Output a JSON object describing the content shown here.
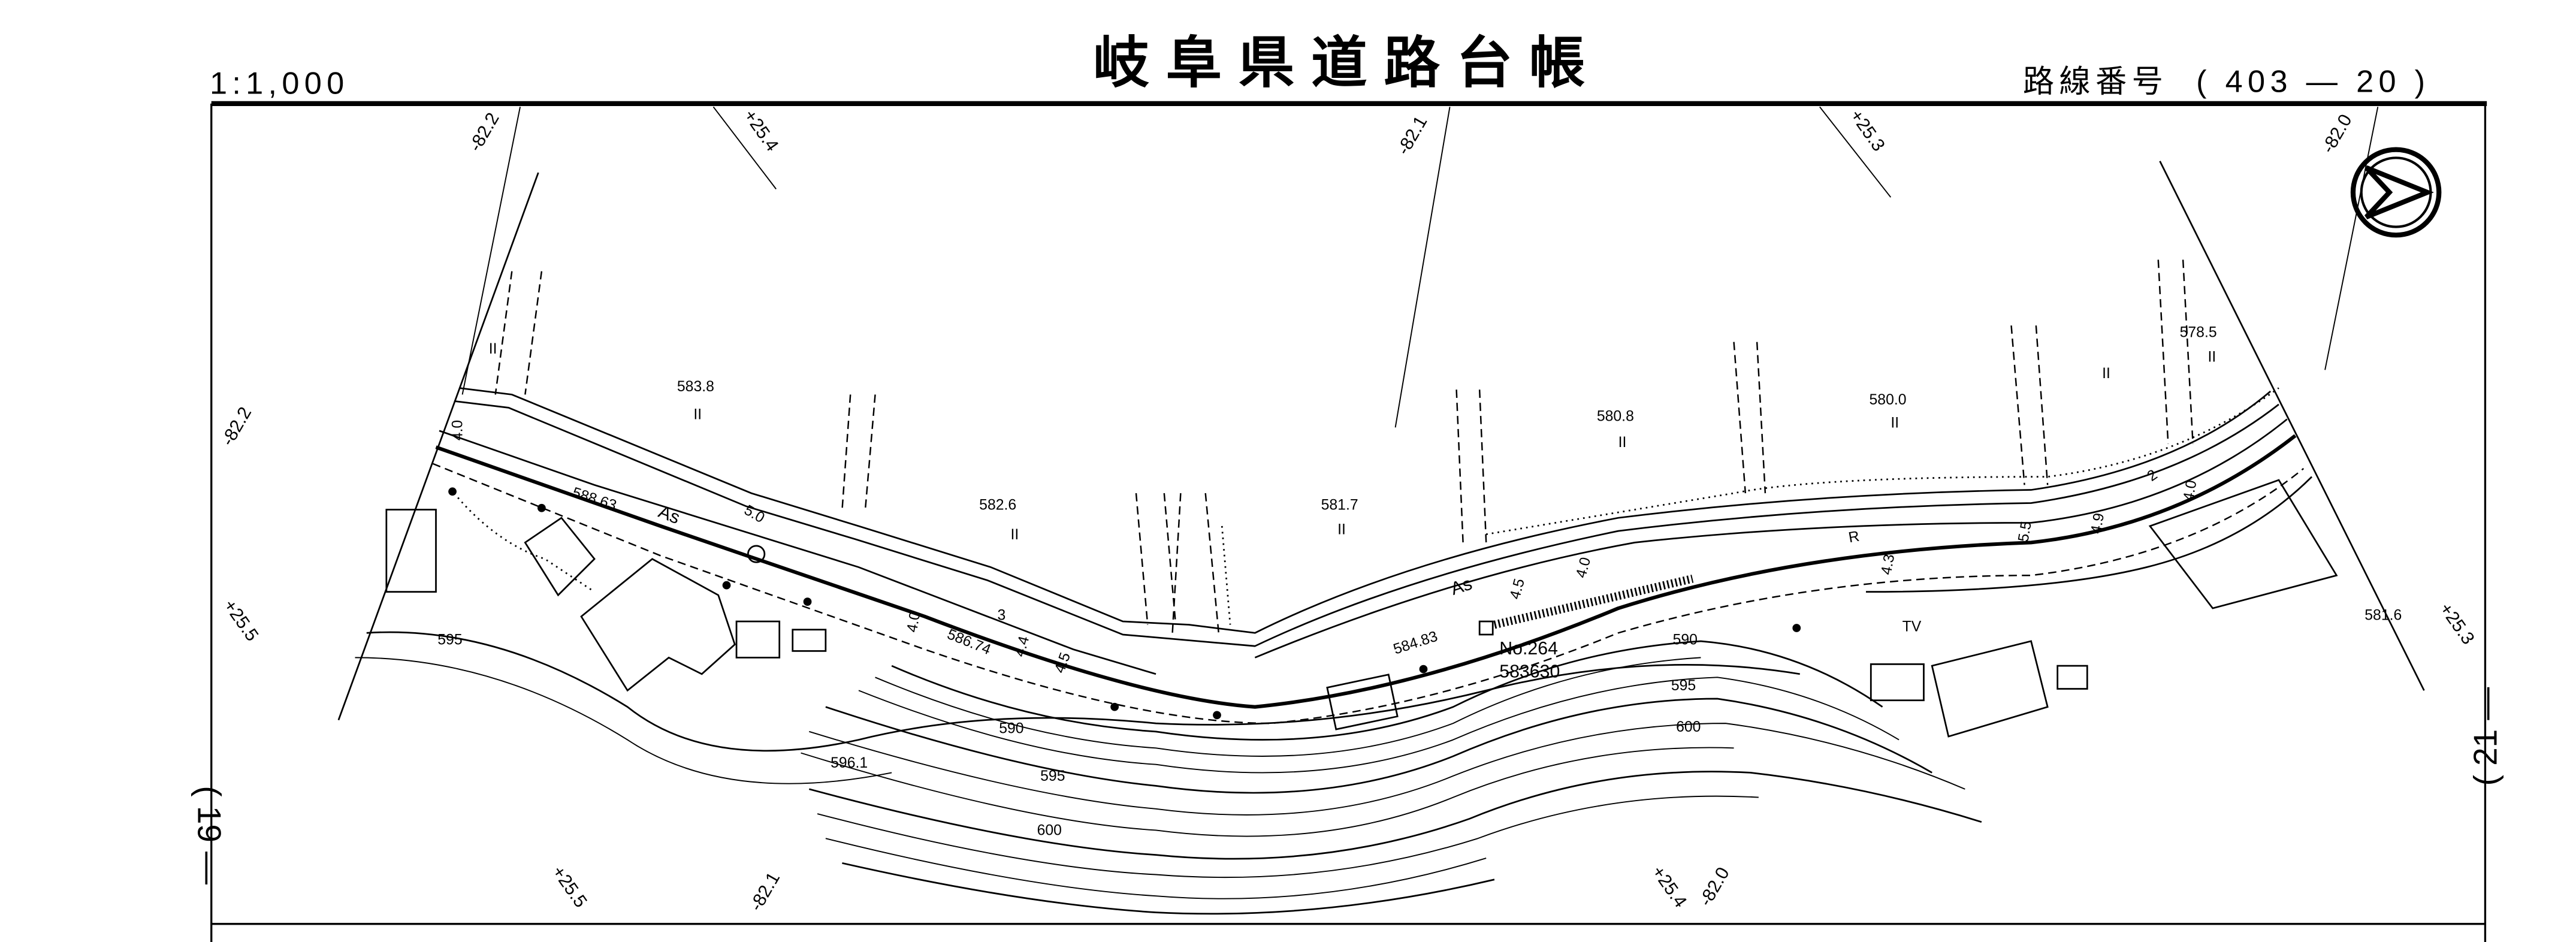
{
  "header": {
    "scale": "1:1,000",
    "title": "岐阜県道路台帳",
    "route_label": "路線番号",
    "route_number": "( 403 — 20 )"
  },
  "margin": {
    "left_sheet": "( 19 —",
    "right_sheet": "( 21 —"
  },
  "grid_labels": {
    "top": [
      "-82.2",
      "+25.4",
      "-82.1",
      "+25.3",
      "-82.0"
    ],
    "left": [
      "-82.2",
      "+25.5"
    ],
    "right": [
      "+25.3"
    ],
    "bottom": [
      "+25.5",
      "-82.1",
      "+25.4",
      "-82.0"
    ]
  },
  "elevations": [
    "583.8",
    "582.6",
    "581.7",
    "580.8",
    "580.0",
    "578.5",
    "596.1",
    "581.6"
  ],
  "road": {
    "centerline_elevations": [
      "588.63",
      "586.74",
      "584.83"
    ],
    "surface": "As",
    "widths": [
      "4.0",
      "5.0",
      "4.0",
      "3",
      "4.4",
      "4.5",
      "4.5",
      "4.0",
      "4.3",
      "5.5",
      "4.9",
      "4.0",
      "2",
      "R"
    ],
    "benchmark_id": "No.264",
    "benchmark_value": "583630"
  },
  "contours": [
    "595",
    "590",
    "595",
    "600",
    "590",
    "595",
    "600"
  ],
  "features": {
    "tv": "TV",
    "field_mark": "II"
  },
  "north_arrow": "north-arrow"
}
